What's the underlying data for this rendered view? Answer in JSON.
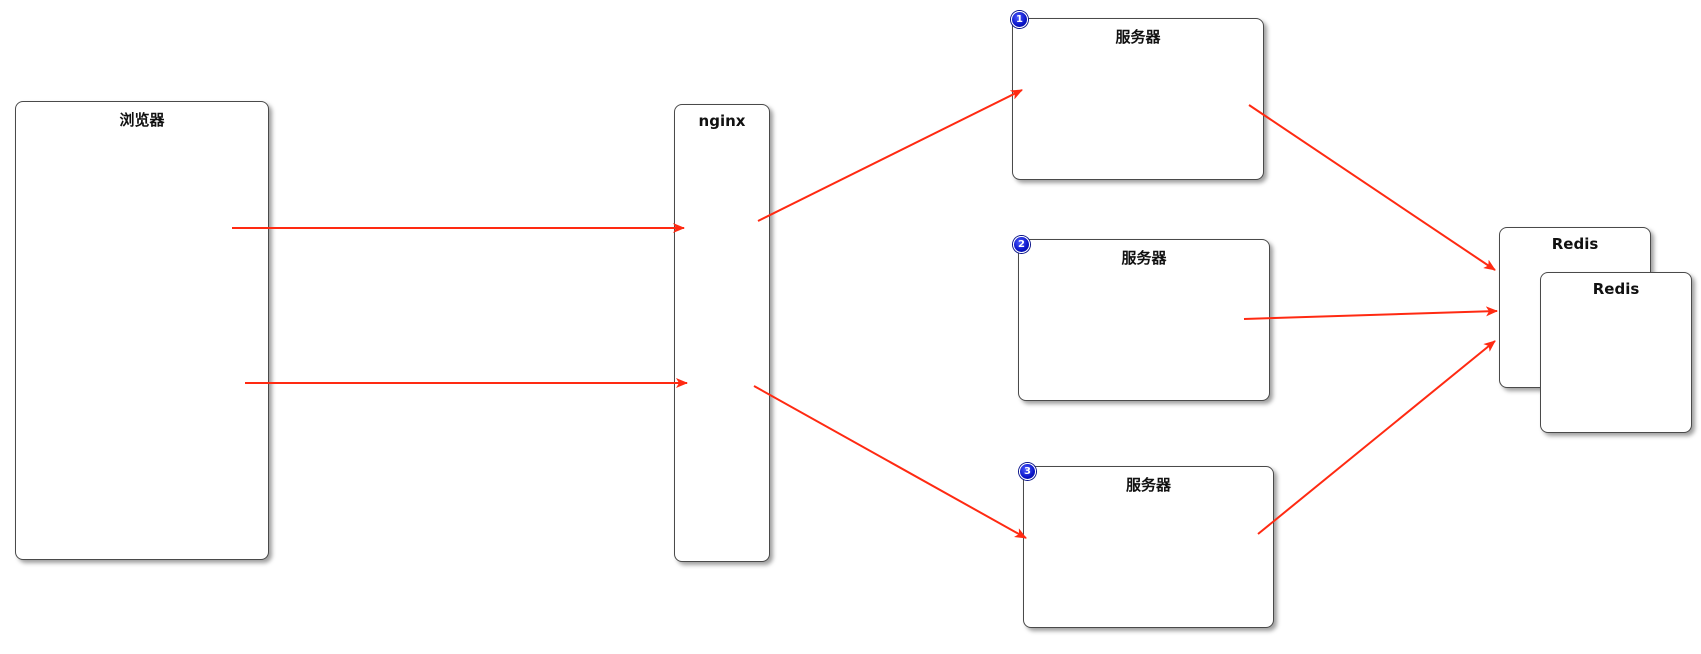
{
  "nodes": {
    "browser": {
      "title": "浏览器"
    },
    "nginx": {
      "title": "nginx"
    },
    "server1": {
      "title": "服务器",
      "badge": "1"
    },
    "server2": {
      "title": "服务器",
      "badge": "2"
    },
    "server3": {
      "title": "服务器",
      "badge": "3"
    },
    "redis_back": {
      "title": "Redis"
    },
    "redis_front": {
      "title": "Redis"
    }
  },
  "colors": {
    "arrow": "#ff2a12",
    "badge": "#0a14c8",
    "border": "#4a4a4a"
  }
}
